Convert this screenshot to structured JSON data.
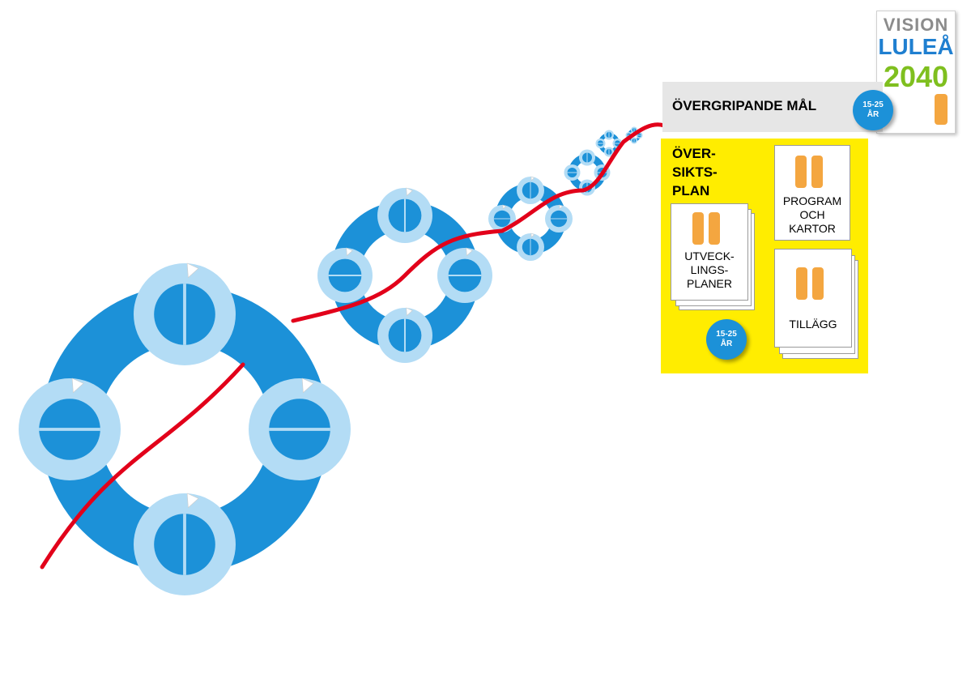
{
  "vision": {
    "line1": "VISION",
    "line2": "LULEÅ",
    "line3": "2040"
  },
  "goal": {
    "label": "ÖVERGRIPANDE MÅL",
    "badge_range": "15-25",
    "badge_unit": "ÅR"
  },
  "plan": {
    "title": [
      "ÖVER-",
      "SIKTS-",
      "PLAN"
    ],
    "development_plans": [
      "UTVECK-",
      "LINGS-",
      "PLANER"
    ],
    "programs": [
      "PROGRAM",
      "OCH",
      "KARTOR"
    ],
    "supplements": "TILLÄGG",
    "badge_range": "15-25",
    "badge_unit": "ÅR"
  },
  "colors": {
    "ring_dark": "#1c91d8",
    "ring_light": "#b3dcf5",
    "path_red": "#e2001a",
    "panel_yellow": "#ffed00",
    "goal_grey": "#e6e6e6",
    "pill_orange": "#f4a640"
  }
}
